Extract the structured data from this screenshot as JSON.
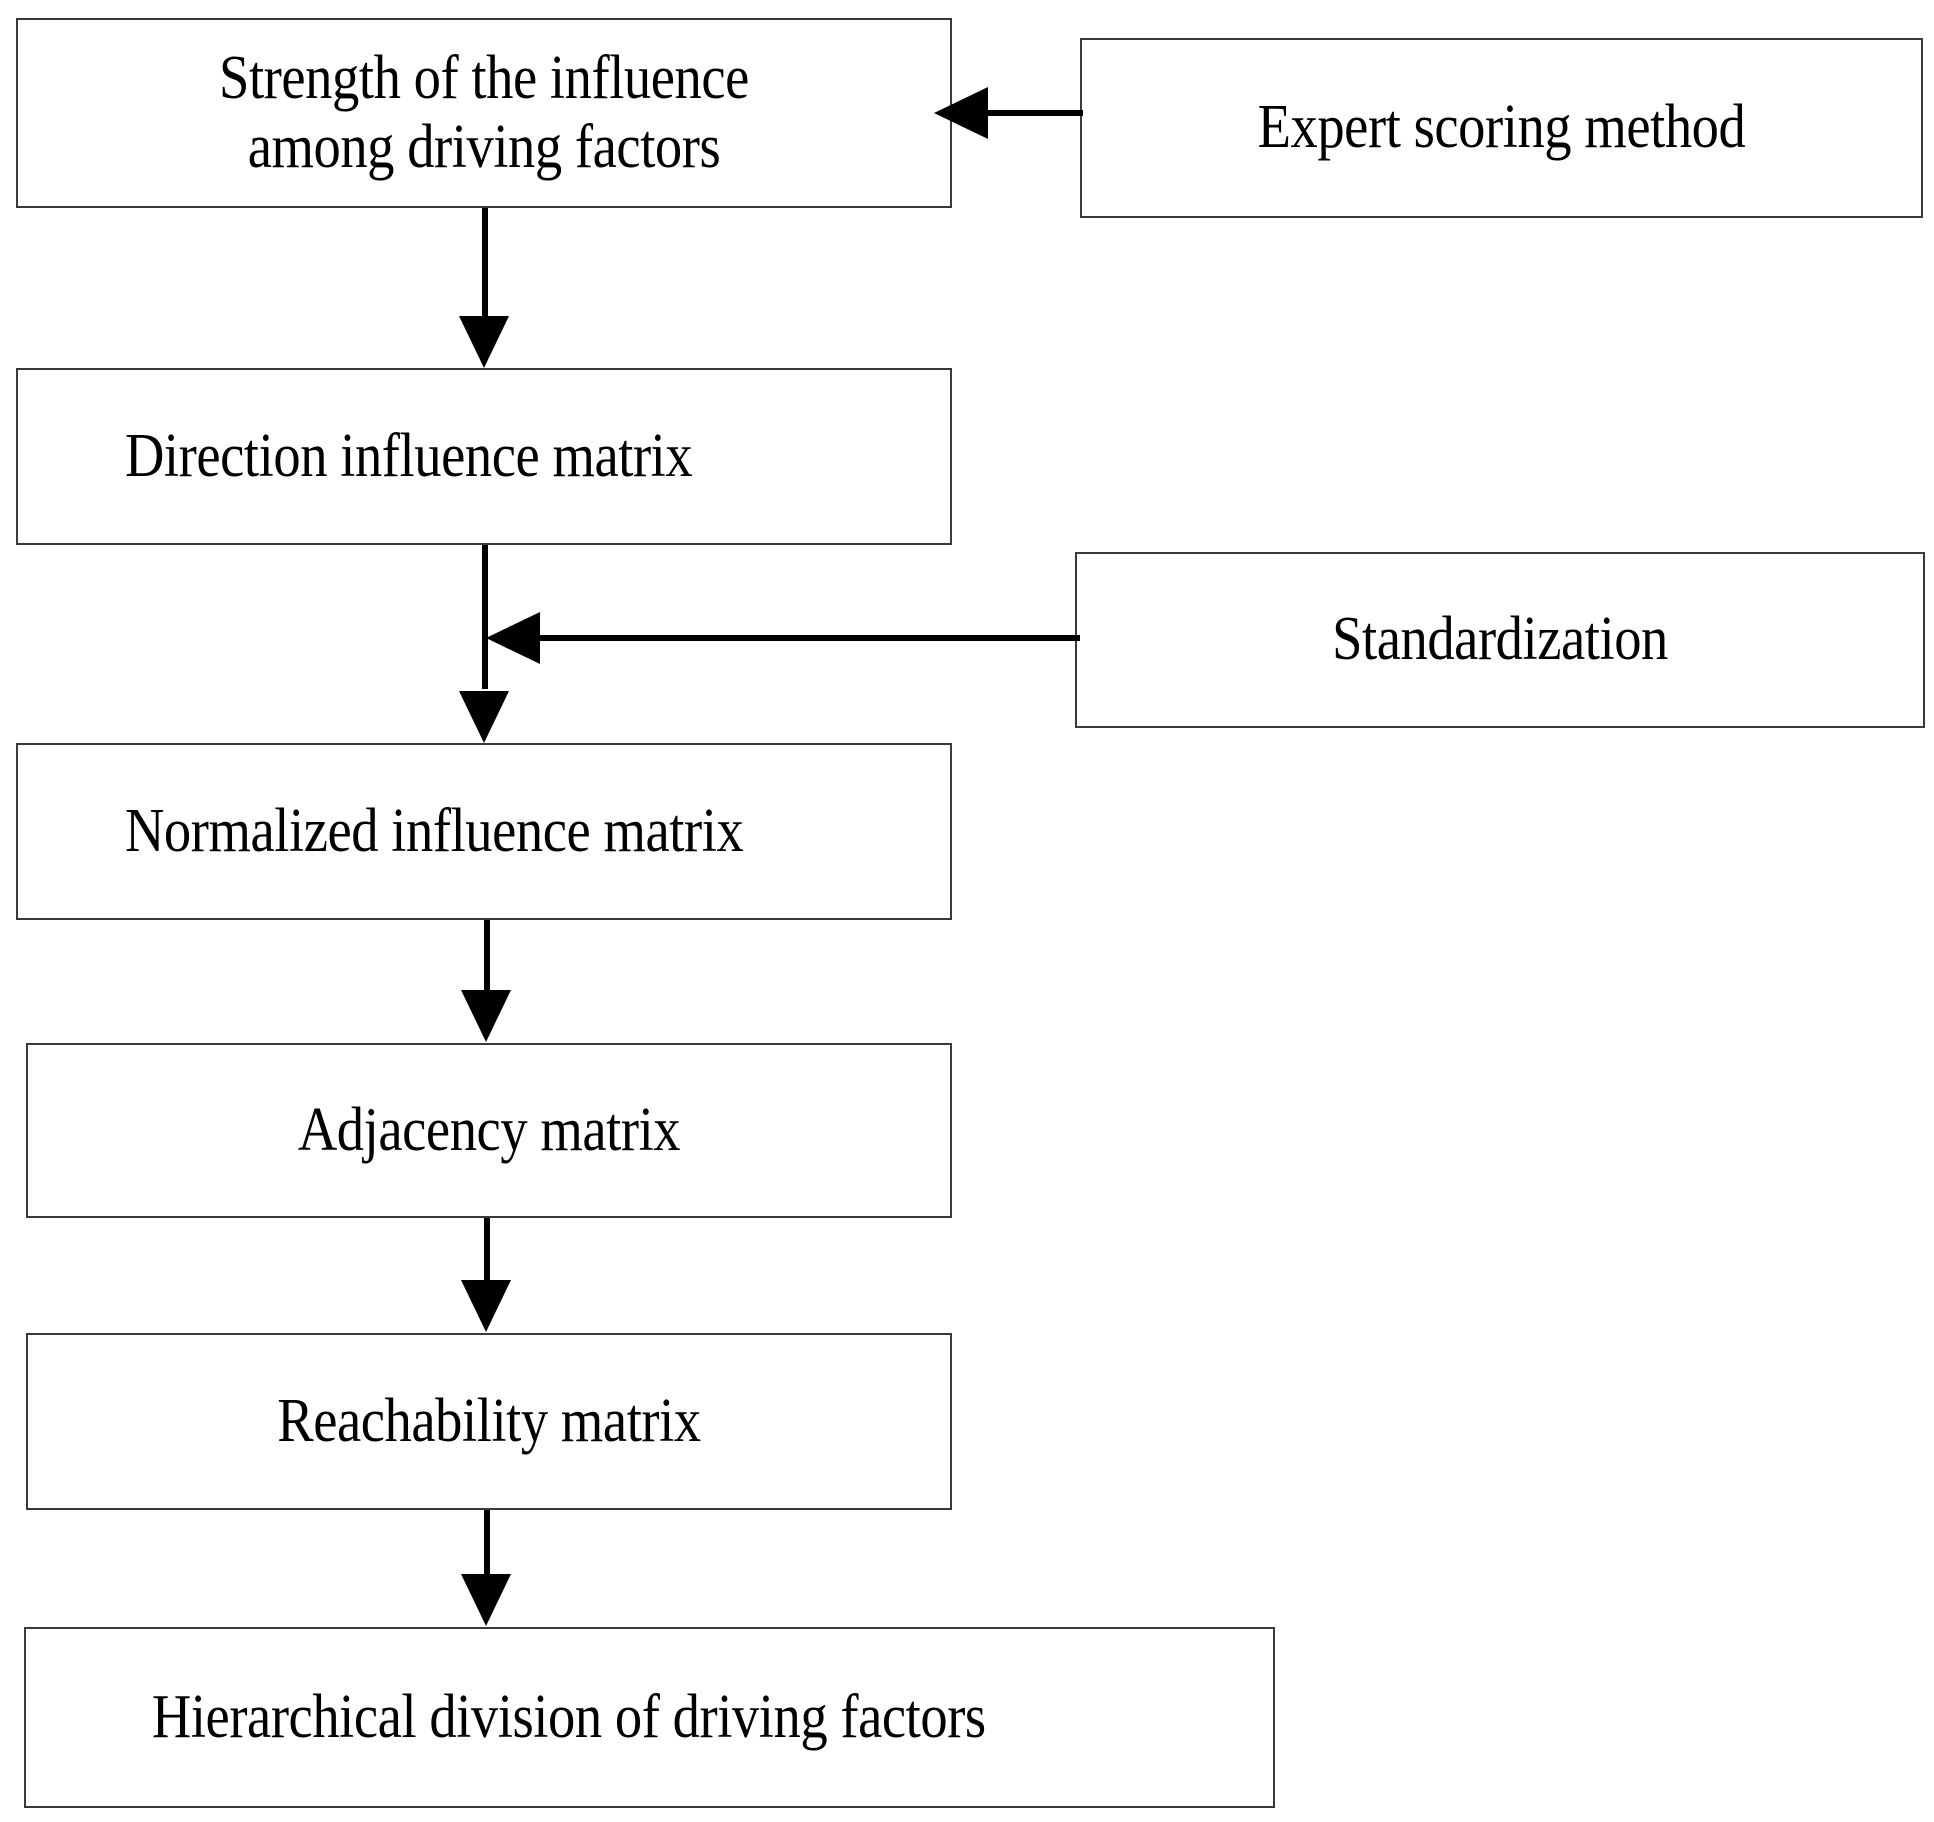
{
  "diagram": {
    "type": "flowchart",
    "orientation": "vertical-with-side-inputs",
    "nodes": {
      "strength": {
        "label": "Strength of the influence\namong driving factors"
      },
      "direction": {
        "label": "Direction influence matrix"
      },
      "normalized": {
        "label": "Normalized influence matrix"
      },
      "adjacency": {
        "label": "Adjacency matrix"
      },
      "reachability": {
        "label": "Reachability matrix"
      },
      "hierarchical": {
        "label": "Hierarchical division of driving factors"
      },
      "expert": {
        "label": "Expert scoring method"
      },
      "standardization": {
        "label": "Standardization"
      }
    },
    "edges": [
      {
        "from": "expert",
        "to": "strength",
        "direction": "left",
        "style": "solid-arrow"
      },
      {
        "from": "strength",
        "to": "direction",
        "direction": "down",
        "style": "solid-arrow"
      },
      {
        "from": "direction",
        "to": "normalized",
        "direction": "down",
        "style": "solid-arrow"
      },
      {
        "from": "standardization",
        "to": "direction-normalized-connector",
        "direction": "left",
        "style": "solid-arrow"
      },
      {
        "from": "normalized",
        "to": "adjacency",
        "direction": "down",
        "style": "solid-arrow"
      },
      {
        "from": "adjacency",
        "to": "reachability",
        "direction": "down",
        "style": "solid-arrow"
      },
      {
        "from": "reachability",
        "to": "hierarchical",
        "direction": "down",
        "style": "solid-arrow"
      }
    ],
    "colors": {
      "background": "#ffffff",
      "box_border": "#3a3a3a",
      "box_fill": "#ffffff",
      "text": "#000000",
      "connector": "#000000"
    }
  }
}
